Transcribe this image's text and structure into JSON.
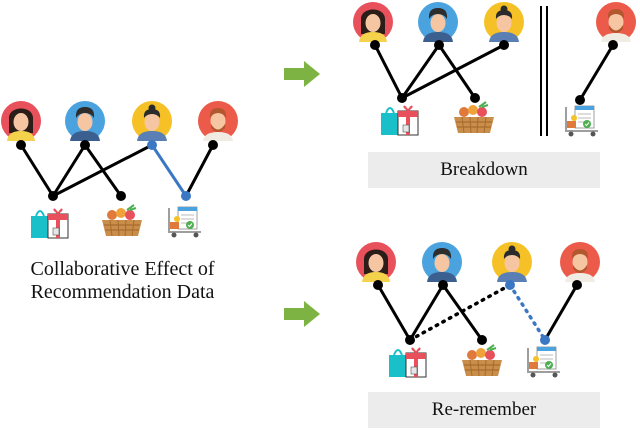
{
  "left_panel": {
    "caption_line1": "Collaborative Effect of",
    "caption_line2": "Recommendation Data"
  },
  "top_right_panel": {
    "label": "Breakdown"
  },
  "bottom_right_panel": {
    "label": "Re-remember"
  },
  "colors": {
    "edge": "#000000",
    "highlight_edge": "#3b78c4",
    "arrow": "#7cb342",
    "label_bg": "#ececec"
  },
  "users": [
    "user-red-hair",
    "user-blue-shirt",
    "user-topknot",
    "user-orange-beard"
  ],
  "items": [
    "shopping-bag-gift-icon",
    "vegetable-basket-icon",
    "delivery-cart-icon"
  ]
}
